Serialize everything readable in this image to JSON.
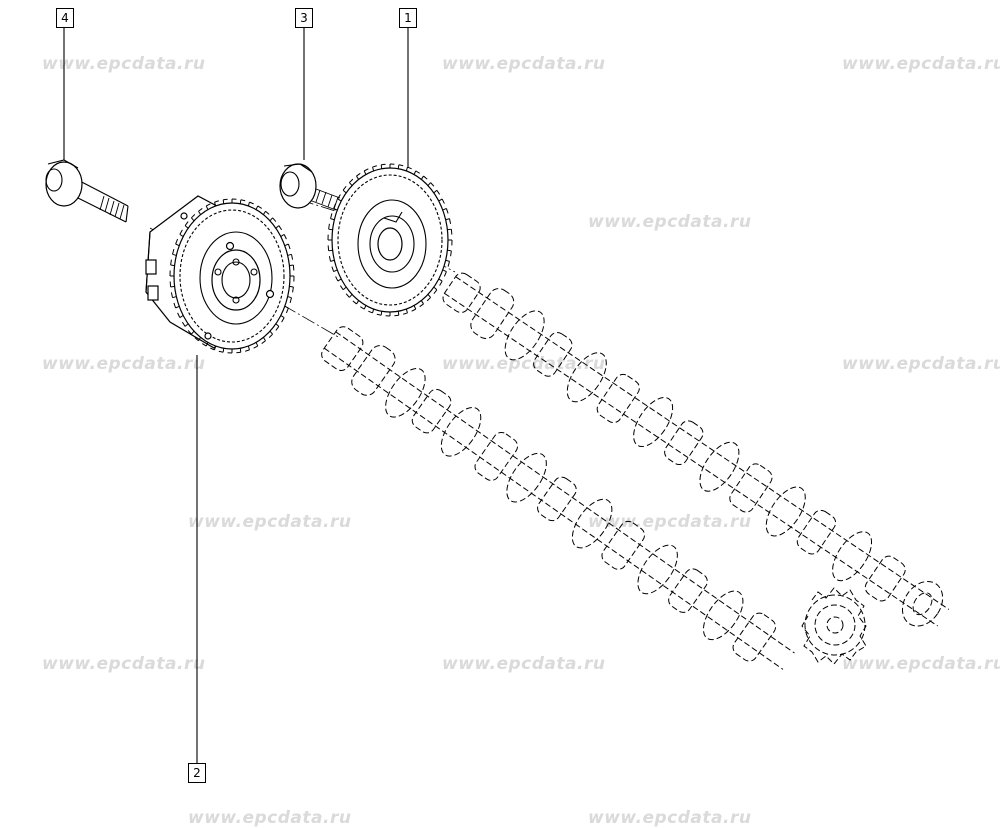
{
  "watermark": {
    "text": "www.epcdata.ru",
    "color": "#dadada"
  },
  "callouts": [
    {
      "id": "1",
      "label": "1",
      "part": "camshaft sprocket"
    },
    {
      "id": "2",
      "label": "2",
      "part": "camshaft phaser"
    },
    {
      "id": "3",
      "label": "3",
      "part": "sprocket bolt"
    },
    {
      "id": "4",
      "label": "4",
      "part": "phaser bolt"
    }
  ]
}
